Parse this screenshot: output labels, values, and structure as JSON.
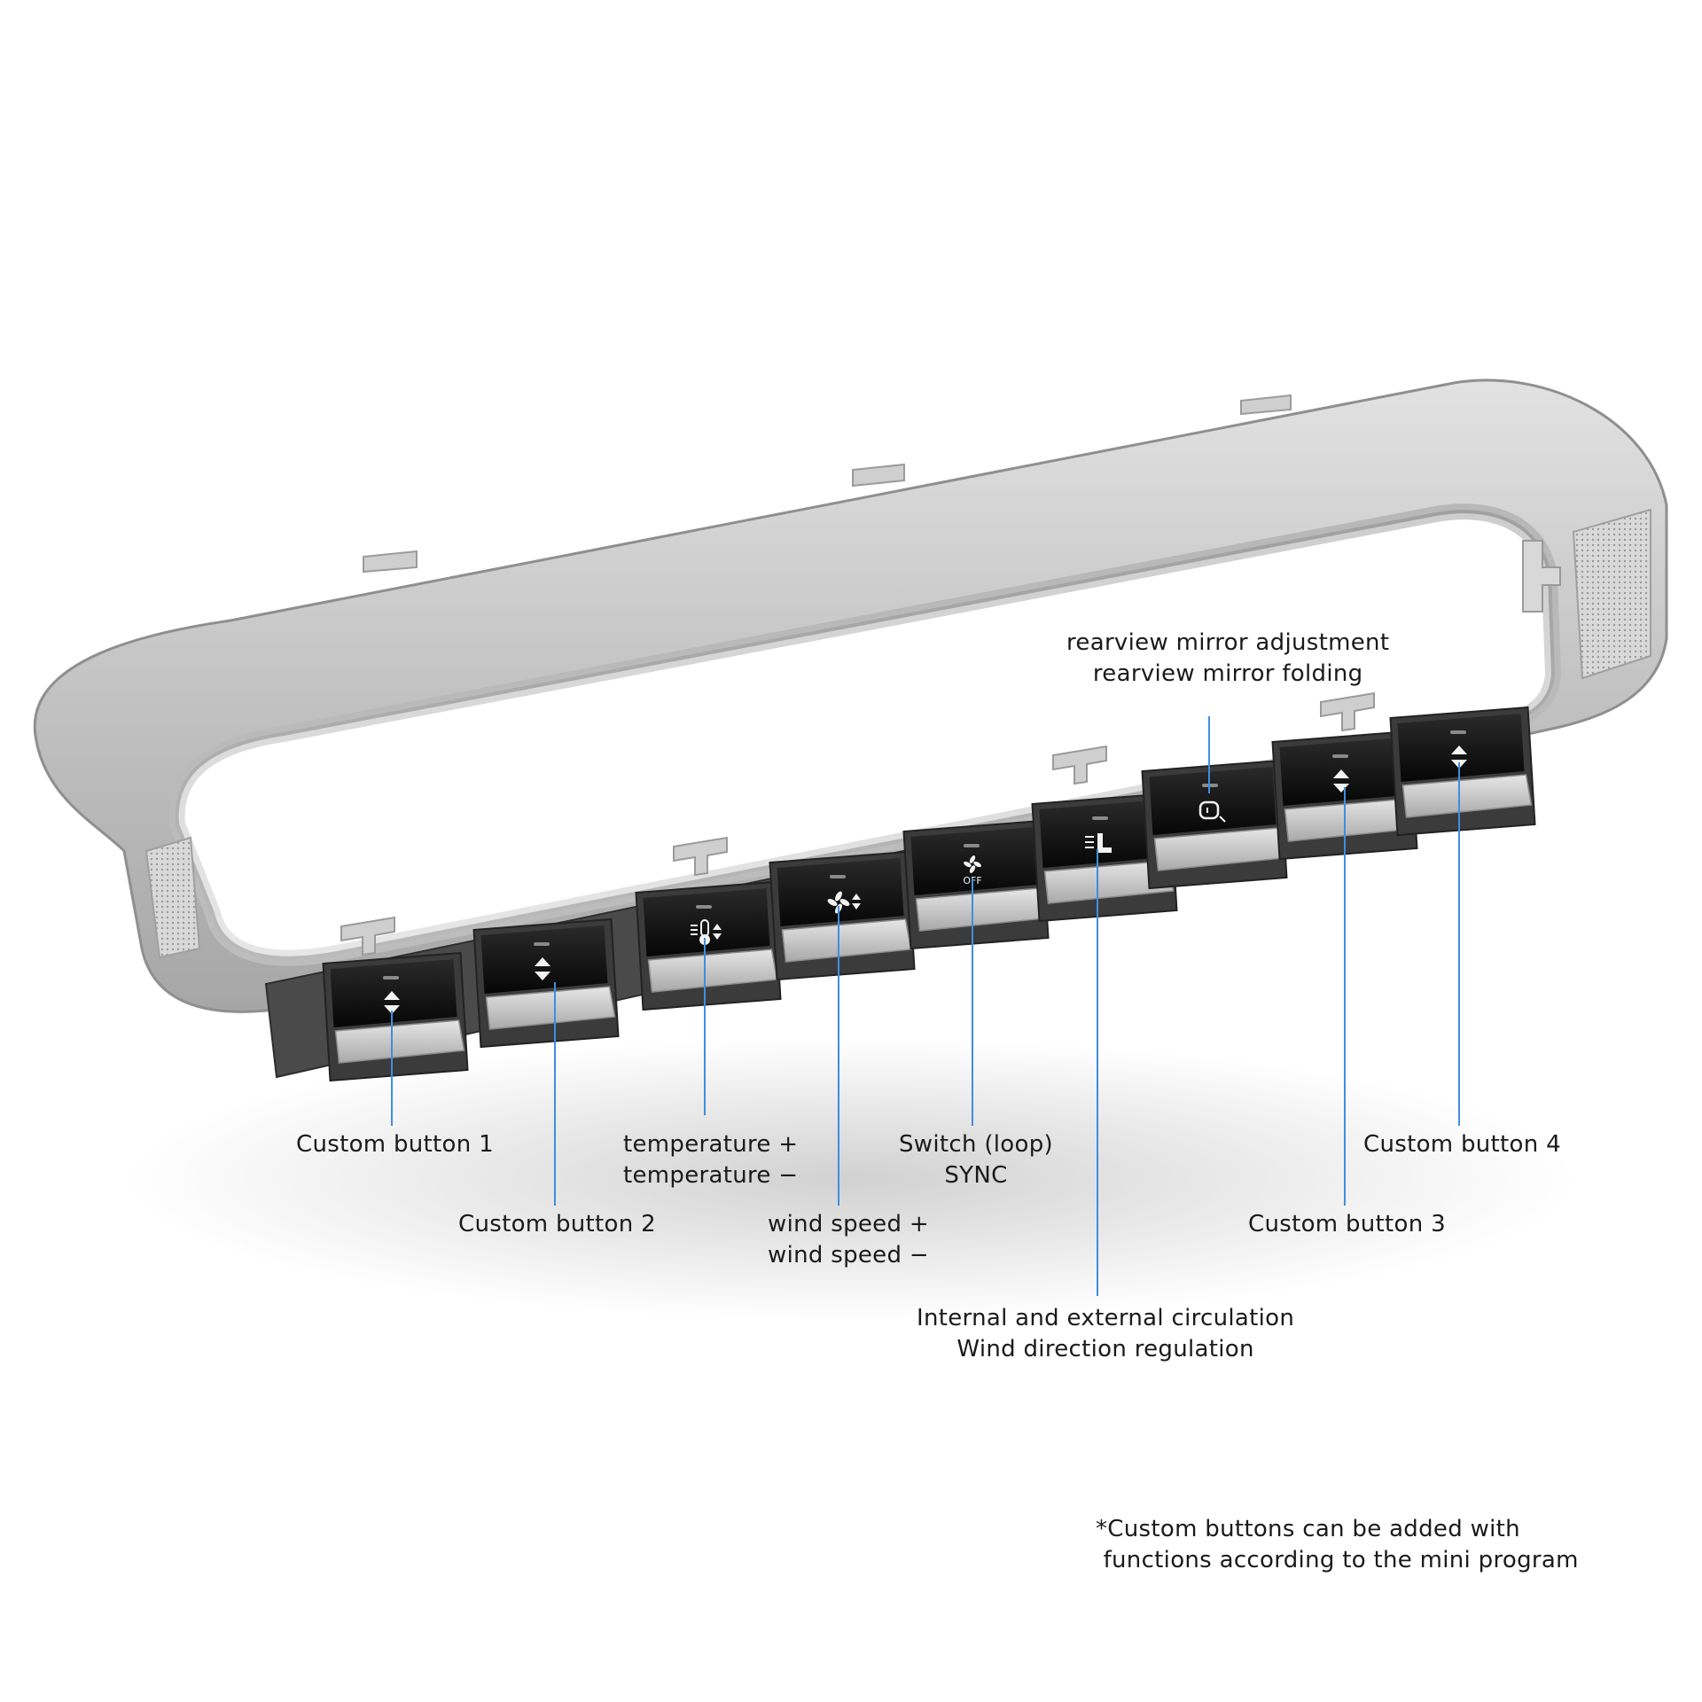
{
  "colors": {
    "leader_line": "#3d8fe0",
    "frame_light": "#d3d3d3",
    "frame_mid": "#b3b3b3",
    "frame_dark": "#8c8c8c",
    "button_face": "#131313",
    "button_cap": "#c9c9c9"
  },
  "buttons": [
    {
      "icon": "double-arrow-icon",
      "indicator": ""
    },
    {
      "icon": "double-arrow-icon",
      "indicator": ""
    },
    {
      "icon": "thermometer-icon",
      "indicator": ""
    },
    {
      "icon": "fan-icon",
      "indicator": ""
    },
    {
      "icon": "fan-off-icon",
      "indicator": "OFF"
    },
    {
      "icon": "seat-airflow-icon",
      "indicator": ""
    },
    {
      "icon": "mirror-icon",
      "indicator": ""
    },
    {
      "icon": "double-arrow-icon",
      "indicator": ""
    },
    {
      "icon": "double-arrow-icon",
      "indicator": ""
    }
  ],
  "labels": {
    "custom1": {
      "line1": "Custom button 1"
    },
    "custom2": {
      "line1": "Custom button 2"
    },
    "temperature": {
      "line1": "temperature +",
      "line2": "temperature −"
    },
    "wind": {
      "line1": "wind speed +",
      "line2": "wind speed −"
    },
    "switch": {
      "line1": "Switch (loop)",
      "line2": "SYNC"
    },
    "circulation": {
      "line1": "Internal and external circulation",
      "line2": "Wind direction regulation"
    },
    "mirror": {
      "line1": "rearview mirror adjustment",
      "line2": "rearview mirror folding"
    },
    "custom3": {
      "line1": "Custom button 3"
    },
    "custom4": {
      "line1": "Custom button 4"
    }
  },
  "note": {
    "line1": "*Custom buttons can be added with",
    "line2": " functions according to the mini program"
  }
}
